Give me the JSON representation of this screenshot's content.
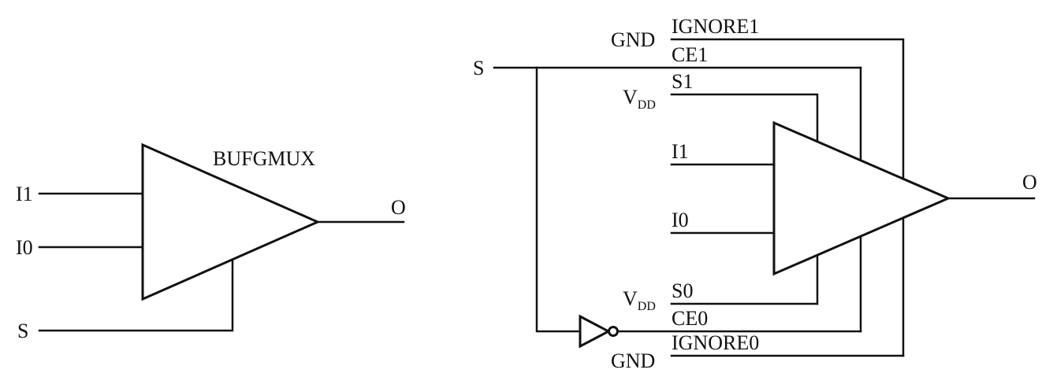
{
  "left": {
    "title": "BUFGMUX",
    "in_i1": "I1",
    "in_i0": "I0",
    "in_s": "S",
    "out_o": "O"
  },
  "right": {
    "in_s": "S",
    "gnd_top": "GND",
    "ignore1": "IGNORE1",
    "ce1": "CE1",
    "vdd_top_v": "V",
    "vdd_top_sub": "DD",
    "s1": "S1",
    "i1": "I1",
    "i0": "I0",
    "vdd_bot_v": "V",
    "vdd_bot_sub": "DD",
    "s0": "S0",
    "ce0": "CE0",
    "gnd_bot": "GND",
    "ignore0": "IGNORE0",
    "out_o": "O"
  }
}
